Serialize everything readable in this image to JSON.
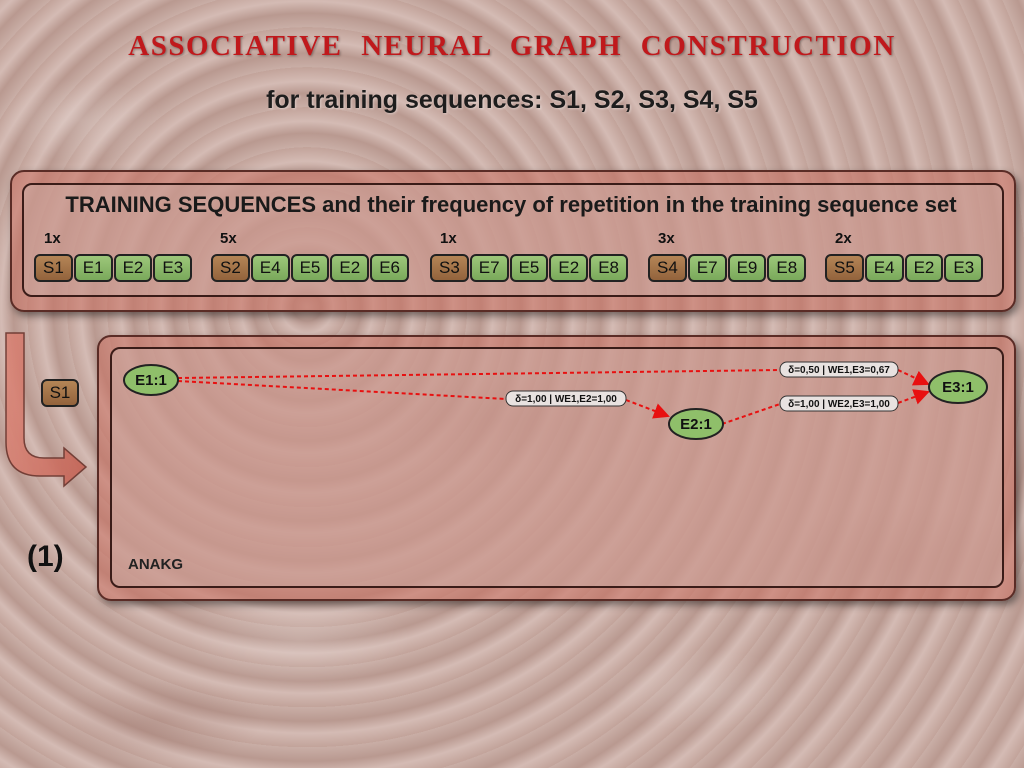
{
  "title": "ASSOCIATIVE  NEURAL  GRAPH  CONSTRUCTION",
  "subtitle": "for training sequences: S1, S2, S3, S4, S5",
  "training": {
    "heading": "TRAINING SEQUENCES and their frequency of repetition in the training sequence set",
    "sequences": [
      {
        "freq": "1x",
        "items": [
          "S1",
          "E1",
          "E2",
          "E3"
        ]
      },
      {
        "freq": "5x",
        "items": [
          "S2",
          "E4",
          "E5",
          "E2",
          "E6"
        ]
      },
      {
        "freq": "1x",
        "items": [
          "S3",
          "E7",
          "E5",
          "E2",
          "E8"
        ]
      },
      {
        "freq": "3x",
        "items": [
          "S4",
          "E7",
          "E9",
          "E8"
        ]
      },
      {
        "freq": "2x",
        "items": [
          "S5",
          "E4",
          "E2",
          "E3"
        ]
      }
    ]
  },
  "step": {
    "number_label": "(1)",
    "current_sequence": "S1"
  },
  "graph": {
    "name": "ANAKG",
    "nodes": [
      {
        "id": "E1",
        "label": "E1:1"
      },
      {
        "id": "E2",
        "label": "E2:1"
      },
      {
        "id": "E3",
        "label": "E3:1"
      }
    ],
    "edges": [
      {
        "from": "E1",
        "to": "E2",
        "label": "δ=1,00 | WE1,E2=1,00"
      },
      {
        "from": "E1",
        "to": "E3",
        "label": "δ=0,50 | WE1,E3=0,67"
      },
      {
        "from": "E2",
        "to": "E3",
        "label": "δ=1,00 | WE2,E3=1,00"
      }
    ],
    "edge_color": "#e81010",
    "node_color": "#8fbf6a"
  },
  "colors": {
    "title": "#c0191c",
    "sequence_chip": "#a57548",
    "element_chip": "#8bb868",
    "panel_frame": "#c96e5f"
  }
}
